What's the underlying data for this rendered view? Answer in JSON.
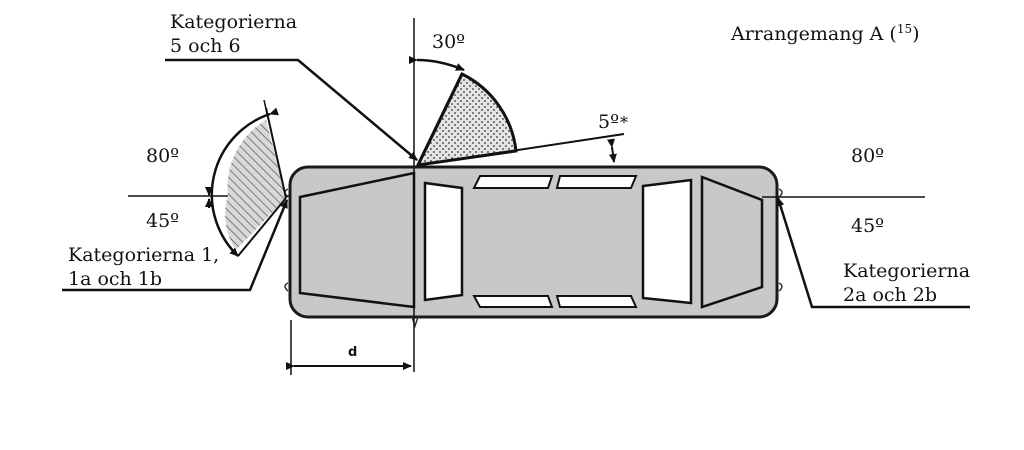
{
  "title": "Arrangemang A",
  "title_ref": "15",
  "labels": {
    "cat56_line1": "Kategorierna",
    "cat56_line2": "5 och 6",
    "cat1_line1": "Kategorierna 1,",
    "cat1_line2": "1a och 1b",
    "cat2_line1": "Kategorierna",
    "cat2_line2": "2a och 2b",
    "angle_30": "30º",
    "angle_5": "5º",
    "angle_5_star": "*",
    "angle_80_left": "80º",
    "angle_45_left": "45º",
    "angle_80_right": "80º",
    "angle_45_right": "45º",
    "dim_d": "d"
  },
  "colors": {
    "car_body": "#c8c8c8",
    "outline": "#1a1a1a",
    "window": "#ffffff",
    "hatch_fill": "#d0d0d0"
  }
}
